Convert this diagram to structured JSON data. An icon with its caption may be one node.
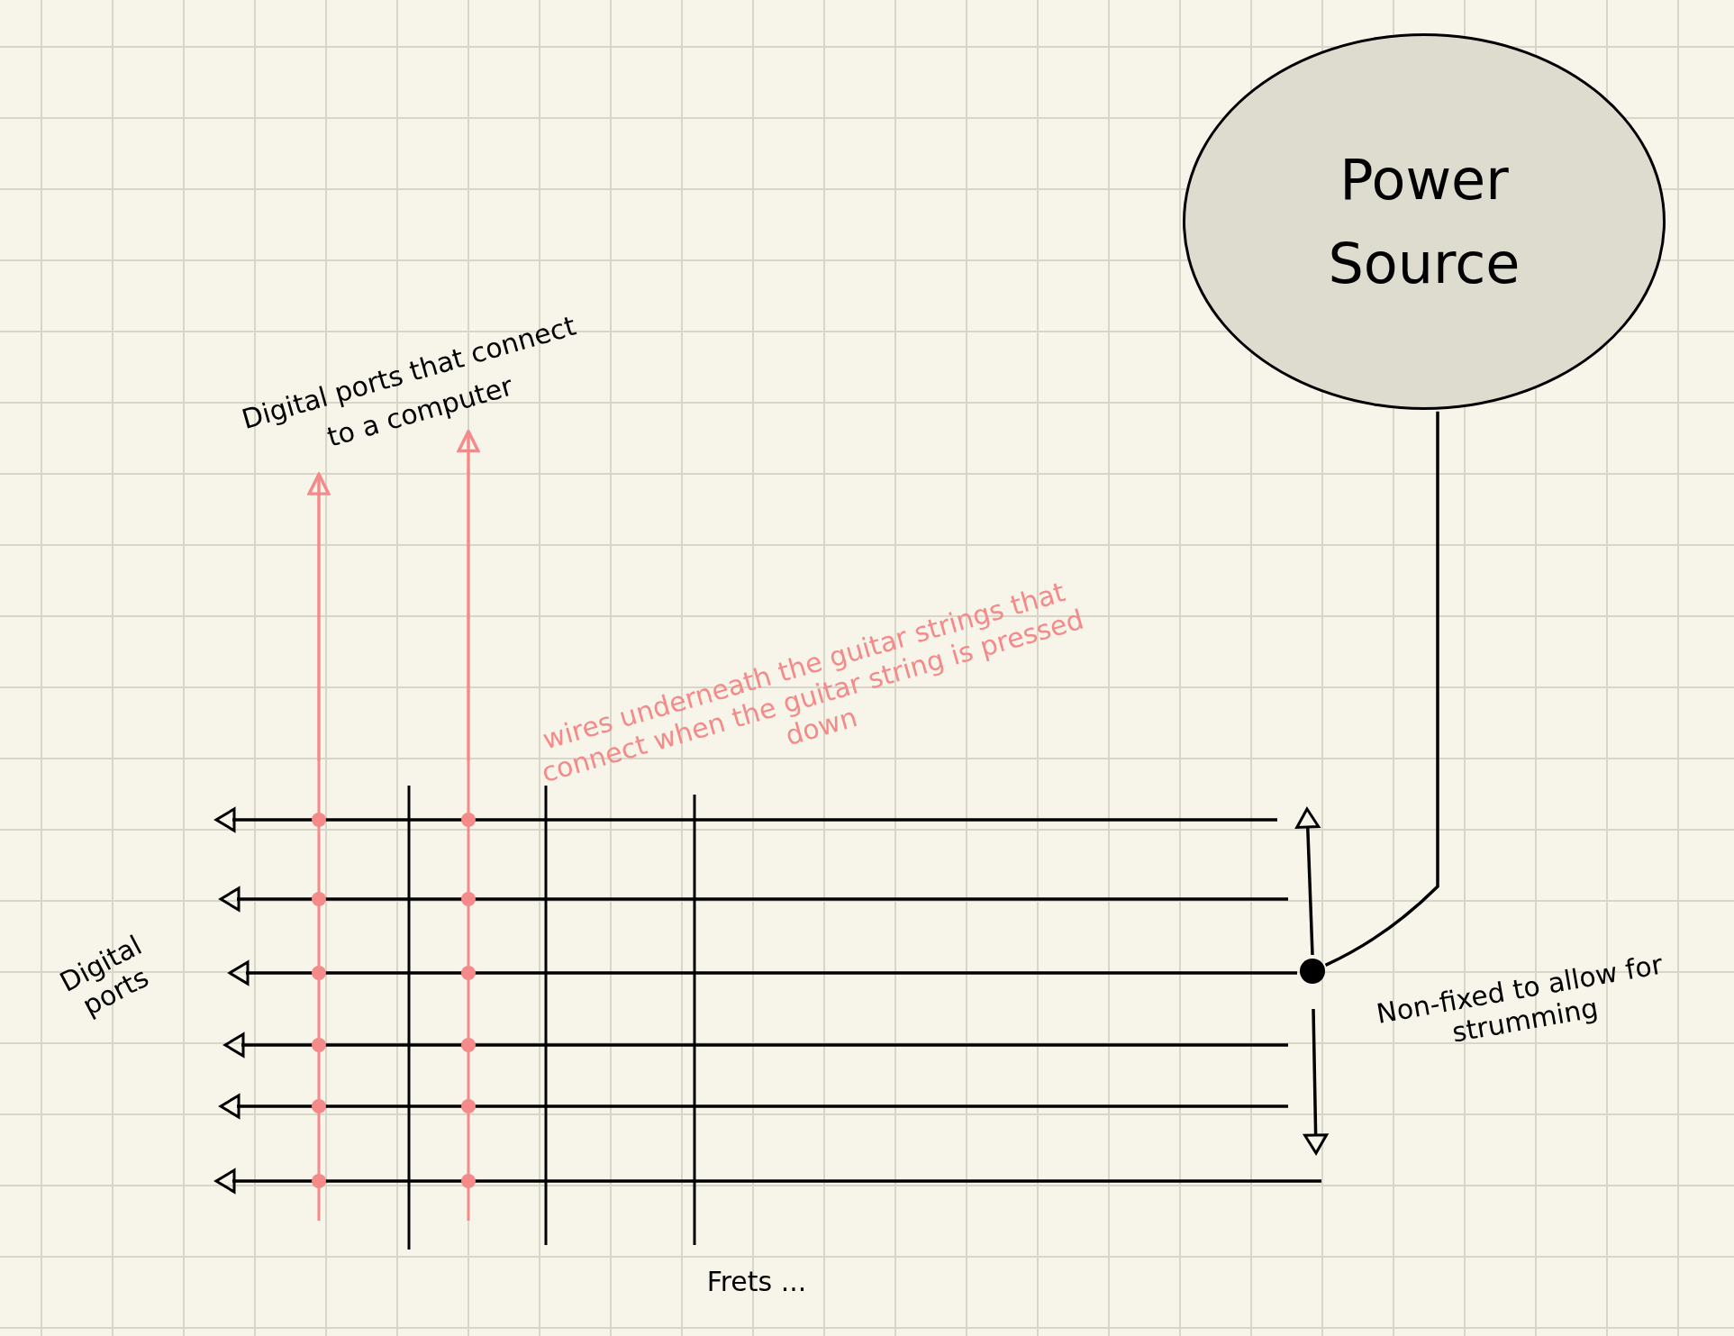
{
  "diagram": {
    "nodes": [
      {
        "text": [
          "Power Source"
        ]
      },
      {
        "text": [],
        "shape": "circle"
      },
      {
        "text": [
          "Digital ports that connect to a computer"
        ]
      }
    ],
    "edges": [
      {
        "from": 0,
        "to": 1,
        "arrow": "none",
        "color": "#000000"
      },
      {
        "from": null,
        "to": 2,
        "arrow": "to",
        "color": "#f48a8a"
      },
      {
        "from": null,
        "to": 2,
        "arrow": "to",
        "color": "#f48a8a"
      }
    ],
    "labels": [
      "wires underneath the guitar strings that connect when the guitar string is pressed down",
      "Digital ports",
      "Non-fixed to allow for strumming",
      "Frets ..."
    ]
  }
}
